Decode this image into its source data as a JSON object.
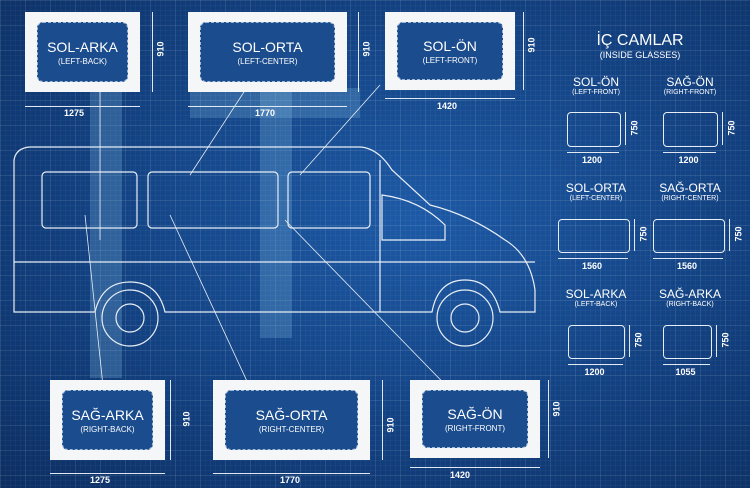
{
  "outer_windows": {
    "left": [
      {
        "title": "SOL-ARKA",
        "subtitle": "(LEFT-BACK)",
        "width": "1275",
        "height": "910"
      },
      {
        "title": "SOL-ORTA",
        "subtitle": "(LEFT-CENTER)",
        "width": "1770",
        "height": "910"
      },
      {
        "title": "SOL-ÖN",
        "subtitle": "(LEFT-FRONT)",
        "width": "1420",
        "height": "910"
      }
    ],
    "right": [
      {
        "title": "SAĞ-ARKA",
        "subtitle": "(RIGHT-BACK)",
        "width": "1275",
        "height": "910"
      },
      {
        "title": "SAĞ-ORTA",
        "subtitle": "(RIGHT-CENTER)",
        "width": "1770",
        "height": "910"
      },
      {
        "title": "SAĞ-ÖN",
        "subtitle": "(RIGHT-FRONT)",
        "width": "1420",
        "height": "910"
      }
    ]
  },
  "inner_glasses": {
    "title": "İÇ CAMLAR",
    "subtitle": "(INSIDE GLASSES)",
    "items": [
      {
        "title": "SOL-ÖN",
        "subtitle": "(LEFT-FRONT)",
        "width": "1200",
        "height": "750"
      },
      {
        "title": "SAĞ-ÖN",
        "subtitle": "(RIGHT-FRONT)",
        "width": "1200",
        "height": "750"
      },
      {
        "title": "SOL-ORTA",
        "subtitle": "(LEFT-CENTER)",
        "width": "1560",
        "height": "750"
      },
      {
        "title": "SAĞ-ORTA",
        "subtitle": "(RIGHT-CENTER)",
        "width": "1560",
        "height": "750"
      },
      {
        "title": "SOL-ARKA",
        "subtitle": "(LEFT-BACK)",
        "width": "1200",
        "height": "750"
      },
      {
        "title": "SAĞ-ARKA",
        "subtitle": "(RIGHT-BACK)",
        "width": "1055",
        "height": "750"
      }
    ]
  },
  "colors": {
    "background": "#123f7e",
    "line": "#e8eef6",
    "panel": "#f4f6f8",
    "panel_inner": "#1b4c8d"
  }
}
